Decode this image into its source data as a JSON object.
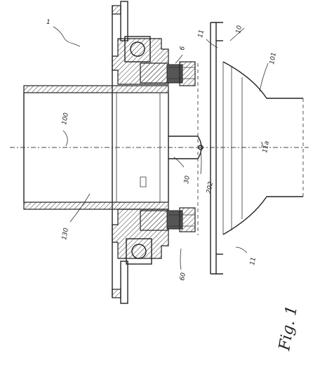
{
  "figure": {
    "caption": "Fig. 1",
    "labels": {
      "l1": "1",
      "l10": "10",
      "l101": "101",
      "l11_top": "11",
      "l11_bottom": "11",
      "l11a": "11a",
      "l6": "6",
      "l60": "60",
      "l100": "100",
      "l130": "130",
      "l30": "30",
      "l202": "202"
    }
  }
}
